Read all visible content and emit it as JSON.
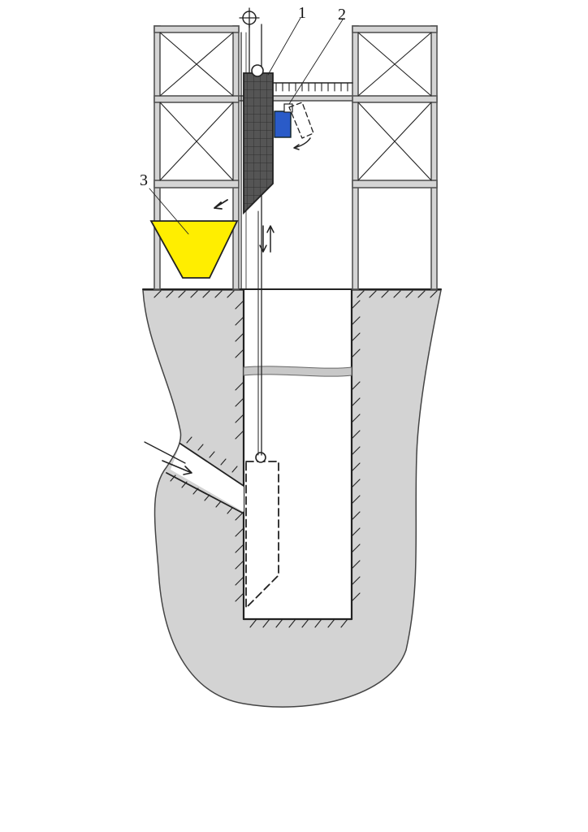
{
  "callouts": [
    {
      "id": "1",
      "text": "1"
    },
    {
      "id": "2",
      "text": "2"
    },
    {
      "id": "3",
      "text": "3"
    }
  ],
  "colors": {
    "ground": "#d3d3d3",
    "skip": "#555555",
    "motor": "#2a5bc8",
    "hopper": "#ffee00",
    "frame": "#d4d4d4",
    "ink": "#222222"
  }
}
